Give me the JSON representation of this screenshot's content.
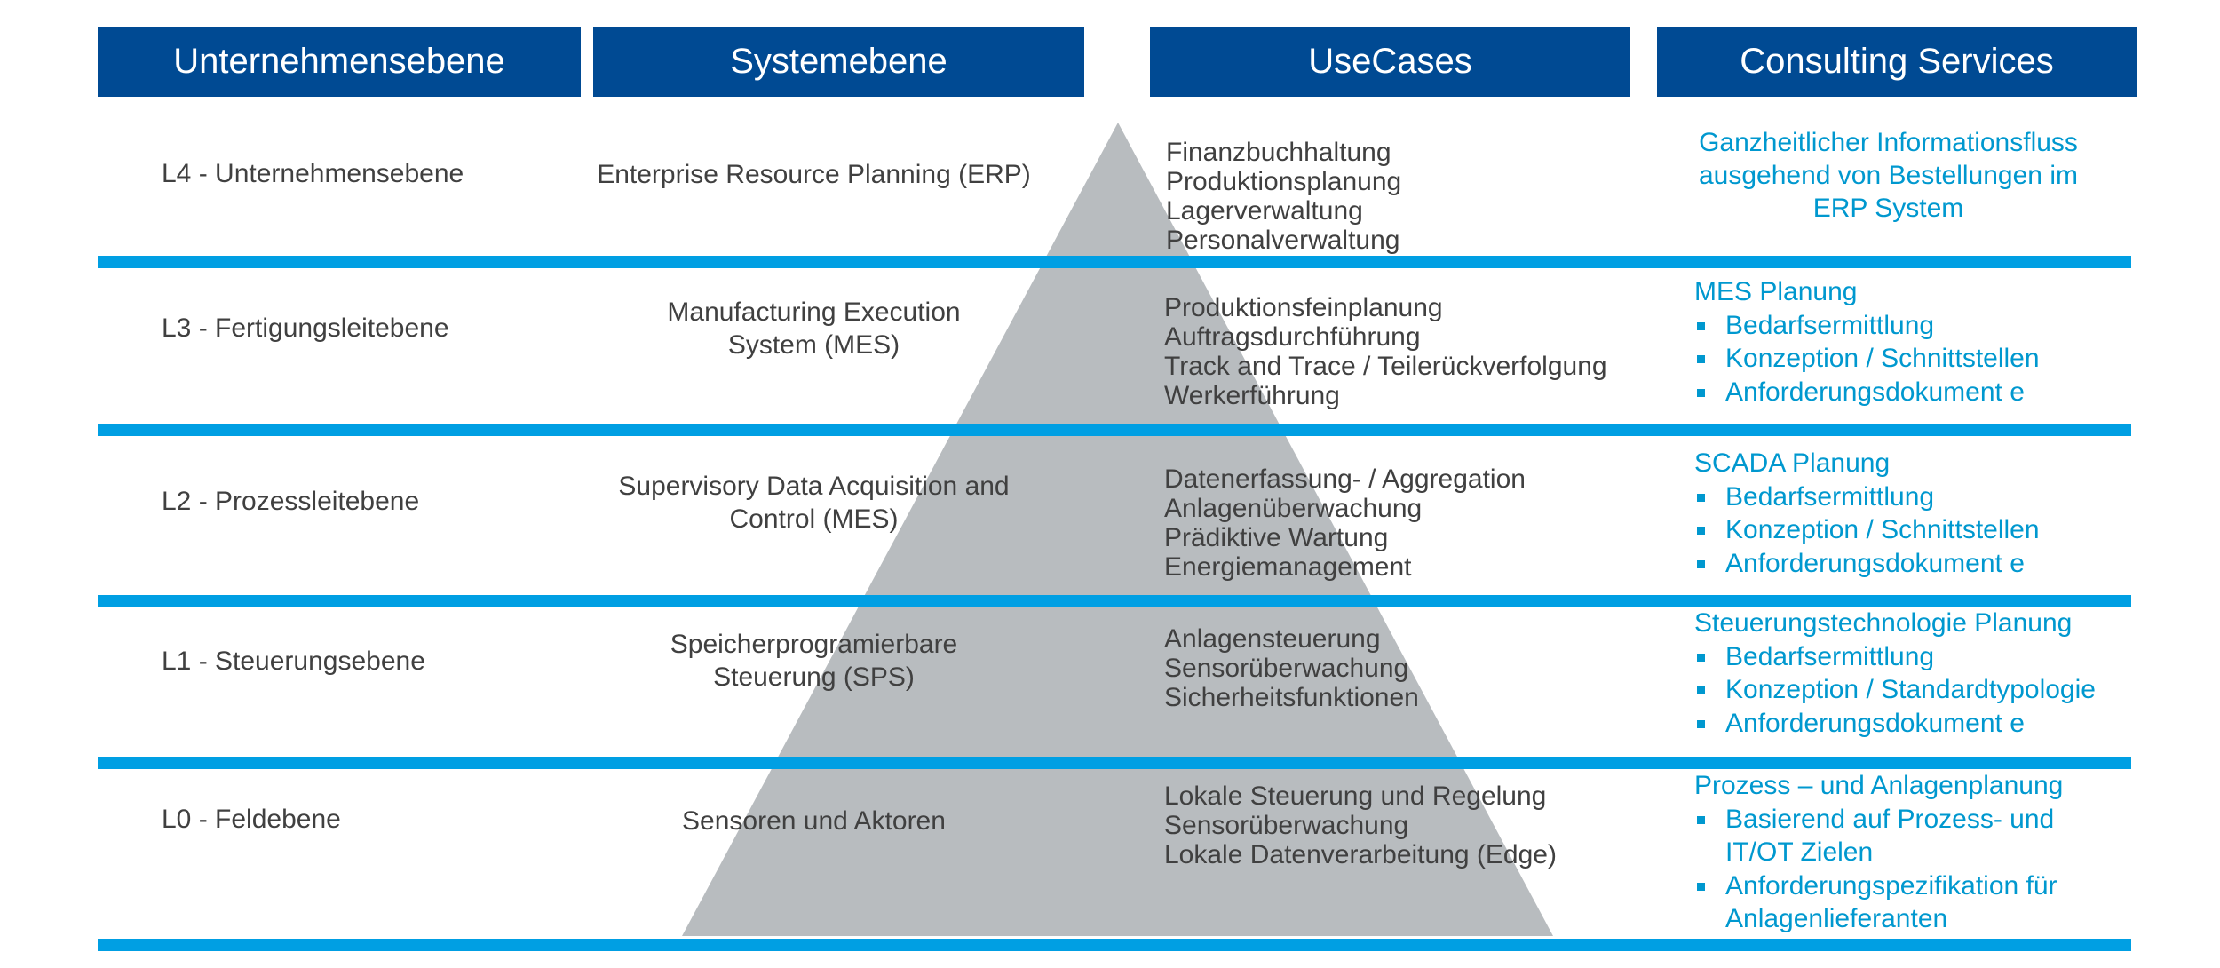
{
  "headers": {
    "col1": "Unternehmensebene",
    "col2": "Systemebene",
    "col3": "UseCases",
    "col4": "Consulting Services"
  },
  "colors": {
    "header_bg": "#004a93",
    "separator": "#009fe3",
    "pyramid": "#b8bcbf",
    "body_text": "#404040",
    "accent_text": "#0098cf"
  },
  "levels": [
    {
      "label": "L4 - Unternehmensebene",
      "system": [
        "Enterprise Resource Planning (ERP)"
      ],
      "use_cases": [
        "Finanzbuchhaltung",
        "Produktionsplanung",
        "Lagerverwaltung",
        "Personalverwaltung"
      ],
      "consulting": {
        "text": [
          "Ganzheitlicher Informationsfluss",
          "ausgehend von Bestellungen im",
          "ERP System"
        ]
      }
    },
    {
      "label": "L3 - Fertigungsleitebene",
      "system": [
        "Manufacturing Execution",
        "System (MES)"
      ],
      "use_cases": [
        "Produktionsfeinplanung",
        "Auftragsdurchführung",
        "Track and Trace / Teilerückverfolgung",
        "Werkerführung"
      ],
      "consulting": {
        "title": "MES Planung",
        "items": [
          "Bedarfsermittlung",
          "Konzeption / Schnittstellen",
          "Anforderungsdokument e"
        ]
      }
    },
    {
      "label": "L2 - Prozessleitebene",
      "system": [
        "Supervisory Data Acquisition and",
        "Control (MES)"
      ],
      "use_cases": [
        "Datenerfassung- / Aggregation",
        "Anlagenüberwachung",
        "Prädiktive Wartung",
        "Energiemanagement"
      ],
      "consulting": {
        "title": "SCADA Planung",
        "items": [
          "Bedarfsermittlung",
          "Konzeption / Schnittstellen",
          "Anforderungsdokument e"
        ]
      }
    },
    {
      "label": "L1 - Steuerungsebene",
      "system": [
        "Speicherprogramierbare",
        "Steuerung (SPS)"
      ],
      "use_cases": [
        "Anlagensteuerung",
        "Sensorüberwachung",
        "Sicherheitsfunktionen"
      ],
      "consulting": {
        "title": "Steuerungstechnologie Planung",
        "items": [
          "Bedarfsermittlung",
          "Konzeption / Standardtypologie",
          "Anforderungsdokument e"
        ]
      }
    },
    {
      "label": "L0 - Feldebene",
      "system": [
        "Sensoren und Aktoren"
      ],
      "use_cases": [
        "Lokale Steuerung und Regelung",
        "Sensorüberwachung",
        "Lokale Datenverarbeitung (Edge)"
      ],
      "consulting": {
        "title": "Prozess – und Anlagenplanung",
        "items": [
          "Basierend auf Prozess- und IT/OT Zielen",
          "Anforderungspezifikation für Anlagenlieferanten"
        ]
      }
    }
  ]
}
